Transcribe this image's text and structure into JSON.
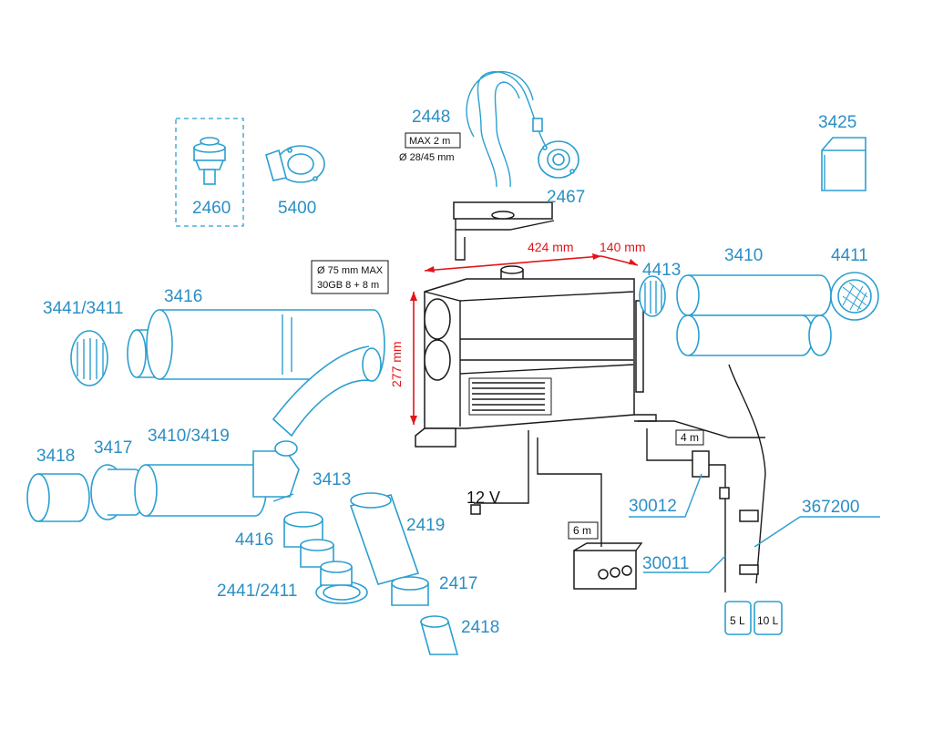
{
  "labels": {
    "p2448": "2448",
    "p2467": "2467",
    "p2460": "2460",
    "p5400": "5400",
    "p3425": "3425",
    "p3410": "3410",
    "p4411": "4411",
    "p4413": "4413",
    "p3441": "3441/3411",
    "p3416": "3416",
    "p3418": "3418",
    "p3417": "3417",
    "p3410_3419": "3410/3419",
    "p3413": "3413",
    "p4416": "4416",
    "p2441": "2441/2411",
    "p2419": "2419",
    "p2417": "2417",
    "p2418": "2418",
    "p30012": "30012",
    "p30011": "30011",
    "p367200": "367200"
  },
  "dimensions": {
    "width": "424 mm",
    "depth": "140 mm",
    "height": "277 mm"
  },
  "notes": {
    "max_length": "MAX 2 m",
    "diameter": "Ø 28/45 mm",
    "duct_line1": "Ø 75 mm MAX",
    "duct_line2": "30GB 8 + 8 m",
    "cable_4m": "4 m",
    "cable_6m": "6 m",
    "voltage": "12 V",
    "tank_5": "5 L",
    "tank_10": "10 L"
  },
  "colors": {
    "part_outline": "#2b9fd0",
    "label_text": "#2b8fc4",
    "dimension_red": "#e3141b",
    "heater_outline": "#1a1a1a"
  }
}
